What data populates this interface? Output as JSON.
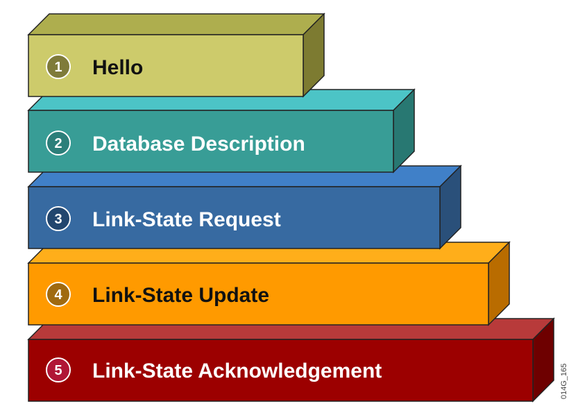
{
  "diagram": {
    "steps": [
      {
        "number": "1",
        "label": "Hello",
        "front": "#cdcb6b",
        "top": "#aeae4e",
        "side": "#7d7b31",
        "badge": "#7f7b3a",
        "text_color": "#111111"
      },
      {
        "number": "2",
        "label": "Database Description",
        "front": "#389d96",
        "top": "#4cc4c6",
        "side": "#287872",
        "badge": "#2c7f7a",
        "text_color": "#ffffff"
      },
      {
        "number": "3",
        "label": "Link-State Request",
        "front": "#376aa1",
        "top": "#4080c8",
        "side": "#2a507a",
        "badge": "#22466e",
        "text_color": "#ffffff"
      },
      {
        "number": "4",
        "label": "Link-State Update",
        "front": "#ff9a00",
        "top": "#ffae1a",
        "side": "#b96c00",
        "badge": "#a06a10",
        "text_color": "#111111"
      },
      {
        "number": "5",
        "label": "Link-State Acknowledgement",
        "front": "#9c0000",
        "top": "#b83a3a",
        "side": "#6e0000",
        "badge": "#b01636",
        "text_color": "#ffffff"
      }
    ],
    "figure_code": "014G_165"
  }
}
